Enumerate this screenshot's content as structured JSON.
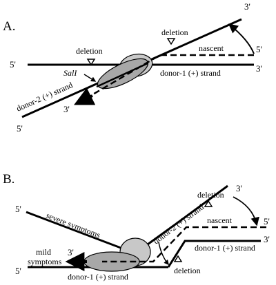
{
  "panel_a": {
    "panel_label": "A.",
    "deletion_left": "deletion",
    "deletion_right": "deletion",
    "nascent": "nascent",
    "donor1_strand": "donor-1 (+) strand",
    "donor2_strand": "donor-2 (+) strand",
    "sal1": "SalI",
    "end_left_5": "5'",
    "end_right_3_mid": "3'",
    "end_top_3": "3'",
    "end_nascent_5": "5'",
    "end_bottom_5": "5'",
    "end_arrow_3": "3'"
  },
  "panel_b": {
    "panel_label": "B.",
    "severe_symptoms": "severe symptoms",
    "mild_symptoms_line1": "mild",
    "mild_symptoms_line2": "symptoms",
    "donor2_strand": "donor-2 (+) strand",
    "donor1_strand_right": "donor-1 (+) strand",
    "donor1_strand_bottom": "donor-1 (+) strand",
    "deletion_top": "deletion",
    "deletion_bottom": "deletion",
    "nascent": "nascent",
    "end_top_3": "3'",
    "end_upper_left_5": "5'",
    "end_nascent_5": "5'",
    "end_right_3": "3'",
    "end_arrow_3": "3'",
    "end_bottom_left_5": "5'"
  },
  "colors": {
    "stroke": "#000000",
    "blob_gray": "#a8a8a8",
    "blob_light": "#c8c8c8",
    "background": "#ffffff"
  }
}
